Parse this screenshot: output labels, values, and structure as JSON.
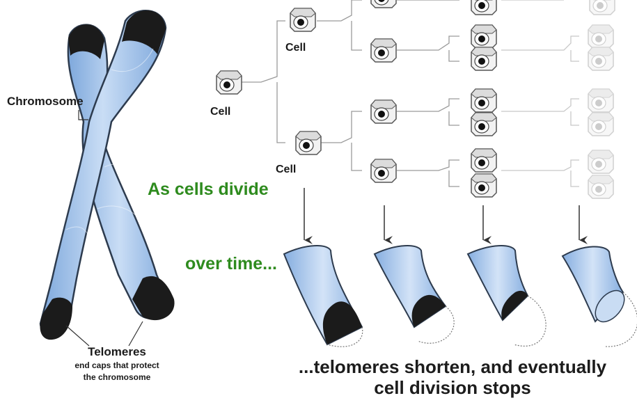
{
  "labels": {
    "chromosome": "Chromosome",
    "telomeres_title": "Telomeres",
    "telomeres_sub1": "end caps that protect",
    "telomeres_sub2": "the chromosome",
    "cell_root": "Cell",
    "cell_upper": "Cell",
    "cell_lower": "Cell",
    "as_cells_divide": "As cells divide",
    "over_time": "over time...",
    "caption_line1": "...telomeres shorten, and eventually",
    "caption_line2": "cell division stops"
  },
  "colors": {
    "chromosome_fill": "#a9c8ee",
    "chromosome_stroke": "#333333",
    "telomere_fill": "#1a1a1a",
    "green_text": "#2e8b1e",
    "cell_face": "#eeeeee",
    "faded_cell": "#d8d8d8"
  }
}
